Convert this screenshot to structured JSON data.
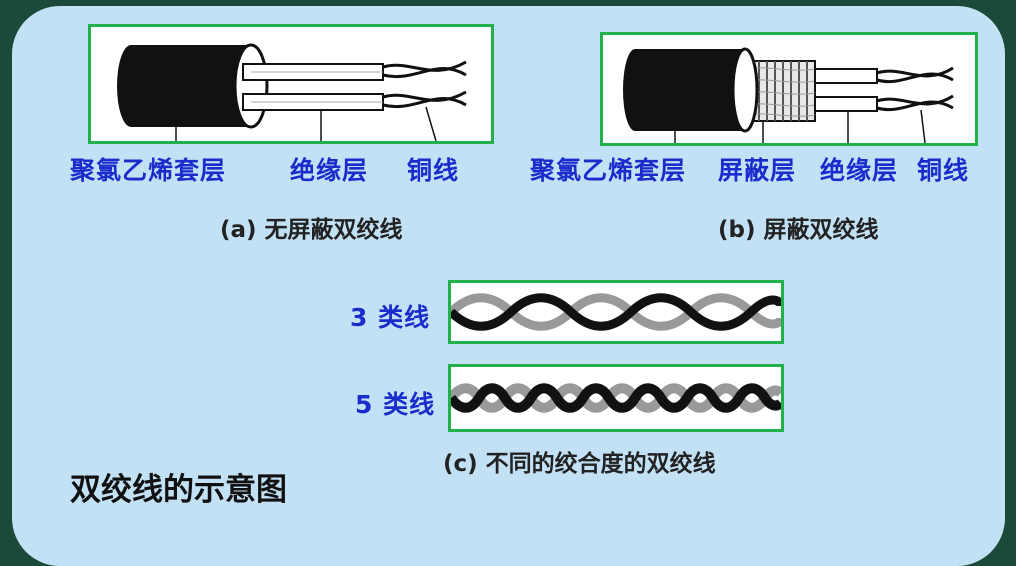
{
  "diagram": {
    "title": "双绞线的示意图",
    "panel_a": {
      "labels": [
        "聚氯乙烯套层",
        "绝缘层",
        "铜线"
      ],
      "caption": "(a) 无屏蔽双绞线"
    },
    "panel_b": {
      "labels": [
        "聚氯乙烯套层",
        "屏蔽层",
        "绝缘层",
        "铜线"
      ],
      "caption": "(b) 屏蔽双绞线"
    },
    "panel_c": {
      "rows": [
        {
          "label": "3 类线"
        },
        {
          "label": "5 类线"
        }
      ],
      "caption": "(c) 不同的绞合度的双绞线"
    }
  },
  "colors": {
    "background": "#1b4a3a",
    "slide": "#c3e1f4",
    "panel_border": "#21b04b",
    "label_blue": "#1a2ccc"
  }
}
